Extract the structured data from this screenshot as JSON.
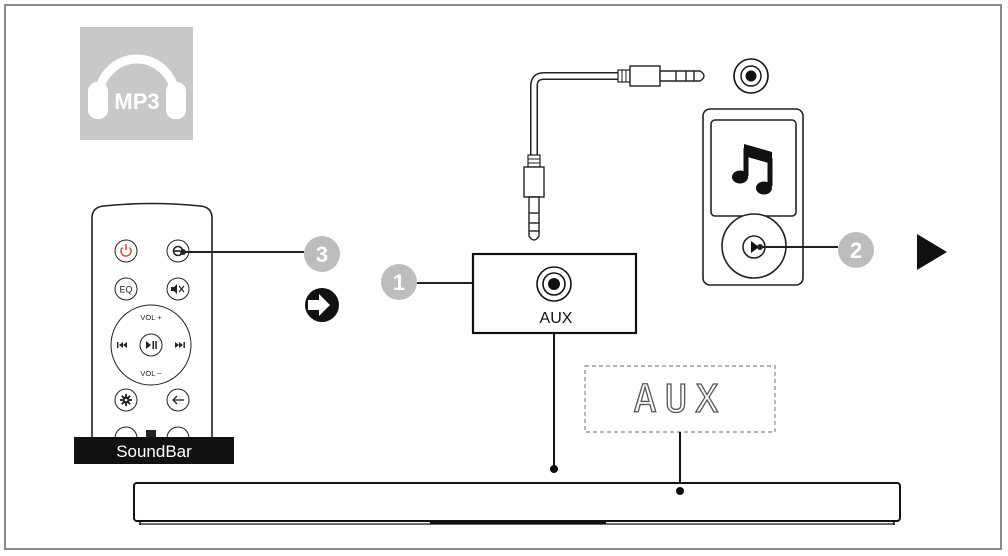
{
  "mp3_badge": {
    "text": "MP3",
    "icon": "headphones-icon"
  },
  "remote": {
    "buttons": {
      "eq": "EQ",
      "vol_up": "VOL +",
      "vol_down": "VOL −"
    },
    "icons": [
      "power-icon",
      "source-icon",
      "mute-icon",
      "previous-icon",
      "play-pause-icon",
      "next-icon",
      "settings-icon",
      "back-icon"
    ],
    "caption": "SoundBar"
  },
  "steps": [
    "1",
    "2",
    "3"
  ],
  "aux_port": {
    "label": "AUX"
  },
  "display": {
    "text": "AUX"
  },
  "colors": {
    "step_circle": "#bdbdbd",
    "badge_bg": "#c8c8c8",
    "power": "#e33a3a",
    "frame": "#8a8a8a"
  }
}
